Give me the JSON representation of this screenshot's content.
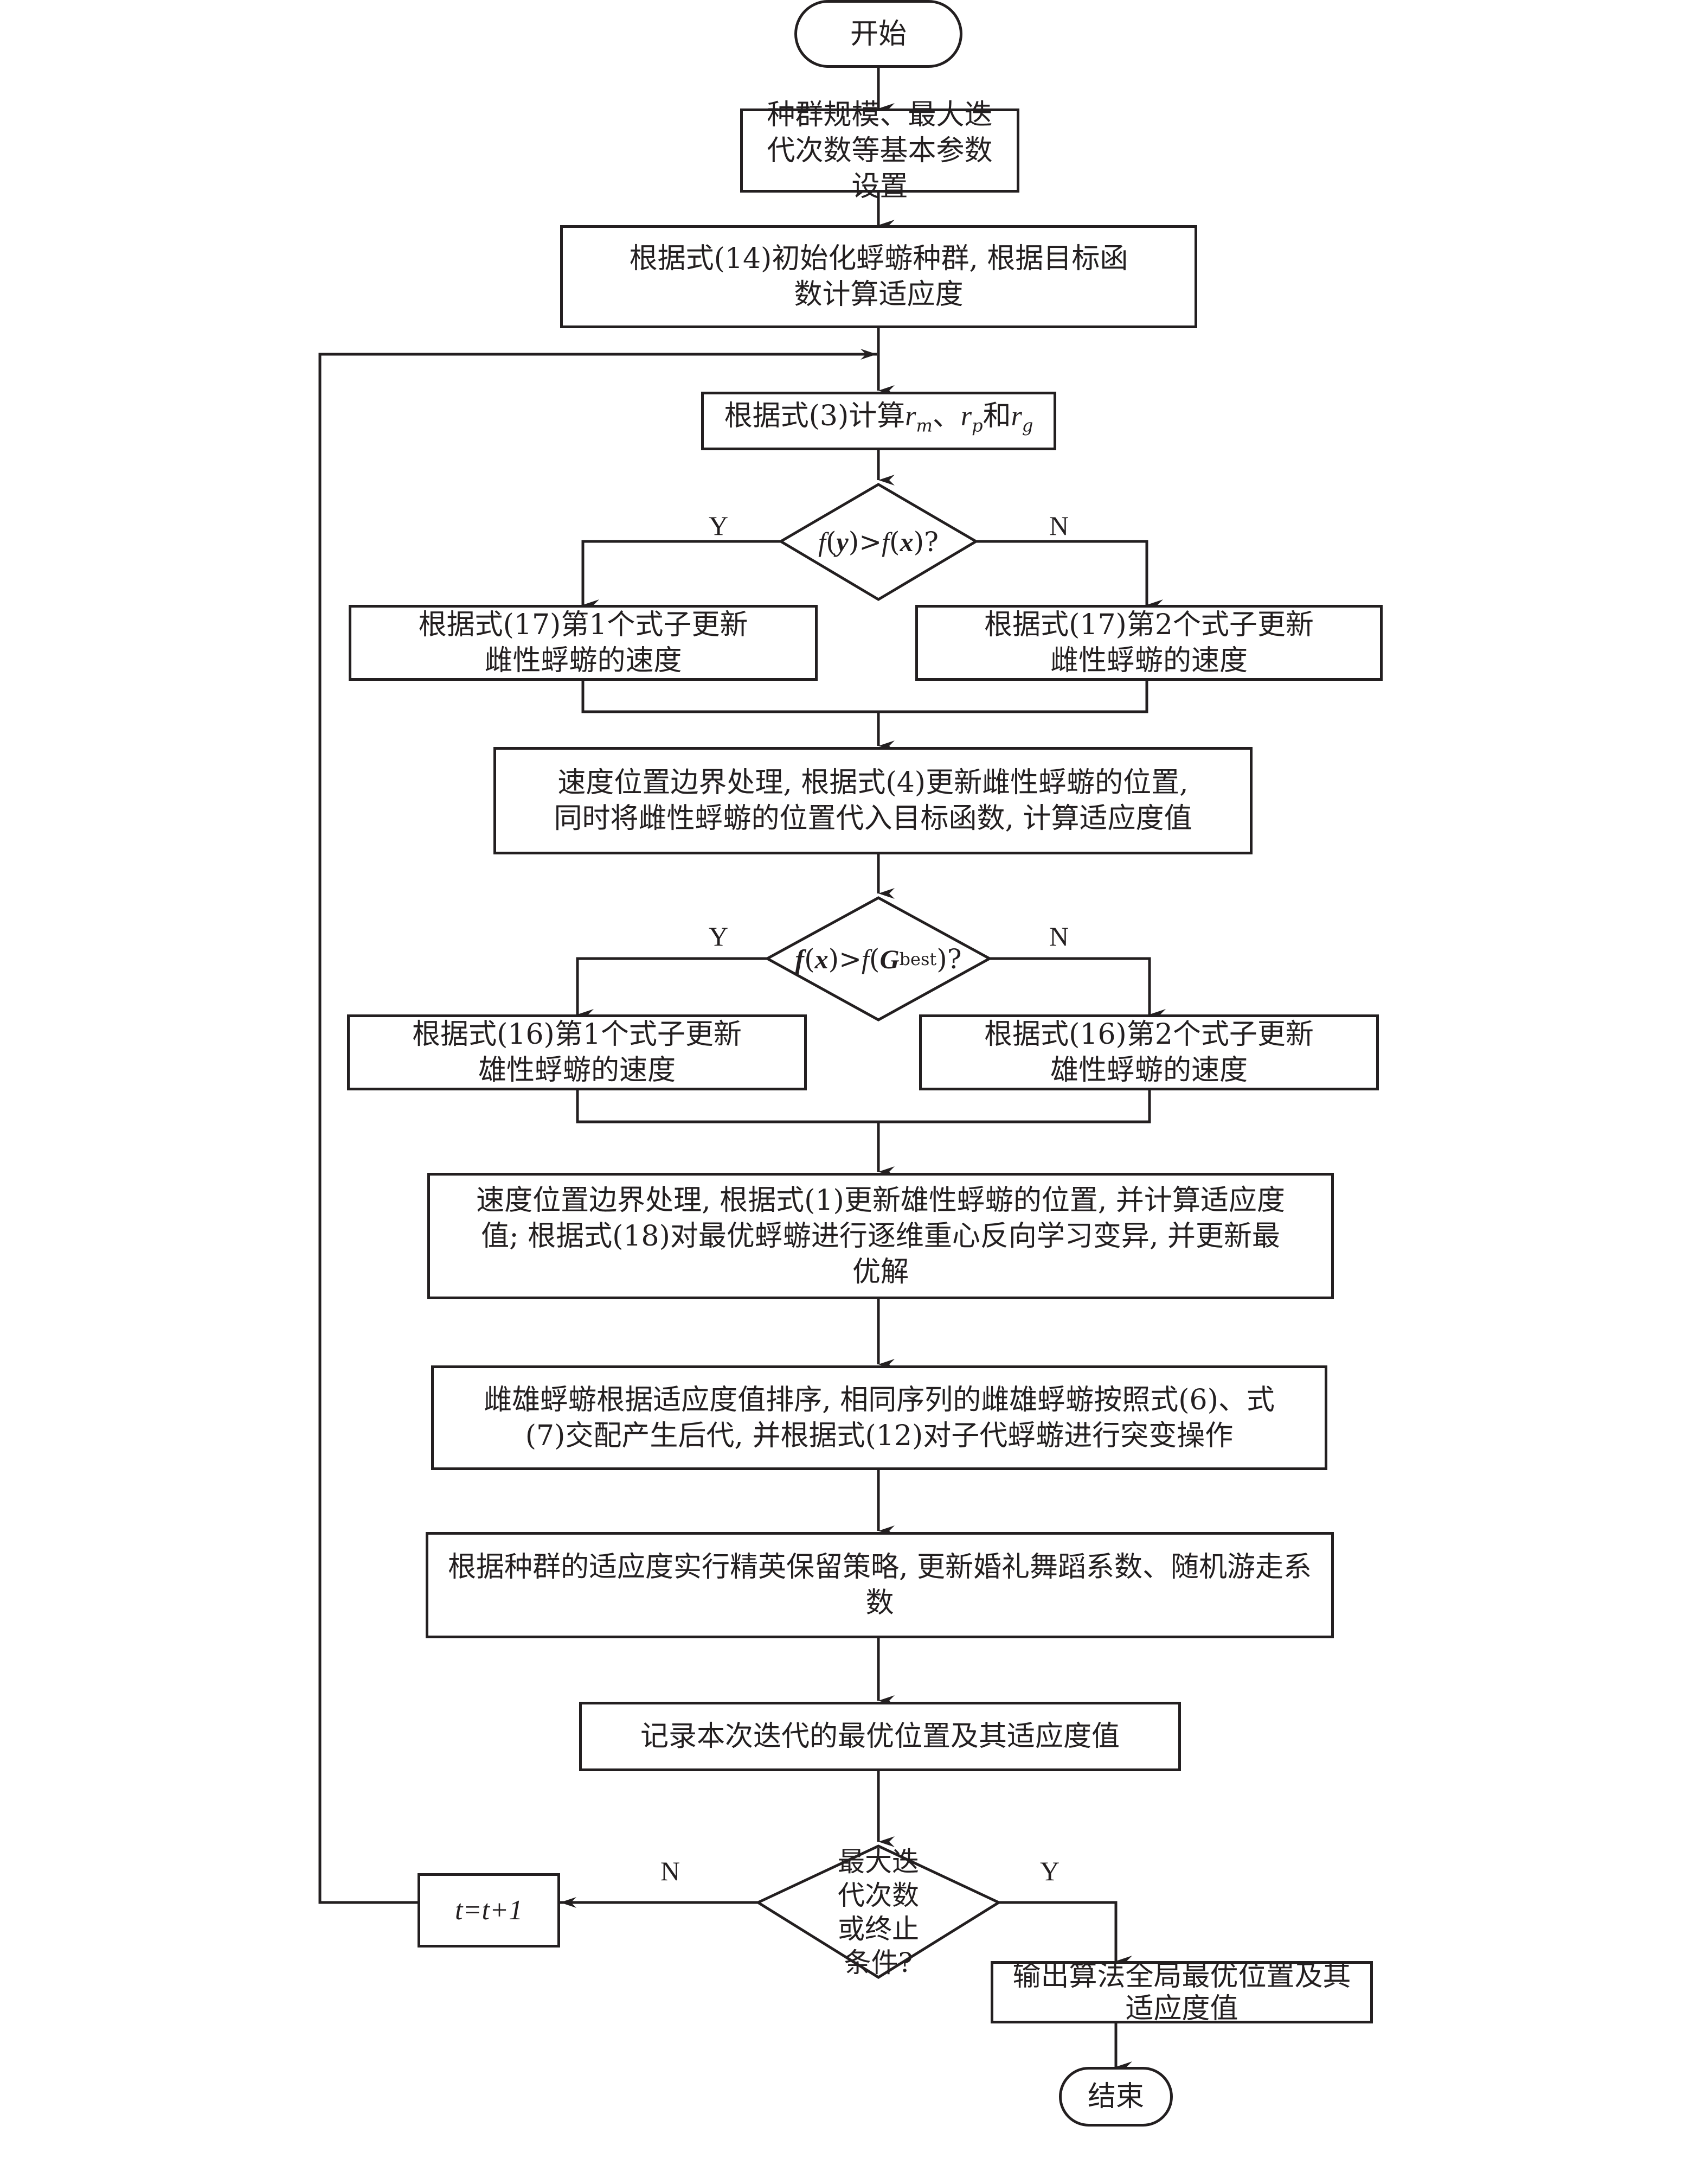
{
  "title": "Flowchart of the improved mayfly optimization algorithm",
  "nodes": {
    "start": "开始",
    "params": "种群规模、最大迭代次数等基本参数设置",
    "init": "根据式(14)初始化蜉蝣种群, 根据目标函数计算适应度",
    "calc_r_prefix": "根据式(3)计算",
    "calc_r_sep1": "、",
    "calc_r_sep2": "和",
    "r_sym": "r",
    "r_m_sub": "m",
    "r_p_sub": "p",
    "r_g_sub": "g",
    "decision1": {
      "f": "f",
      "y": "y",
      "gt": ">",
      "x": "x",
      "q": "?"
    },
    "female_v1": "根据式(17)第1个式子更新雌性蜉蝣的速度",
    "female_v2": "根据式(17)第2个式子更新雌性蜉蝣的速度",
    "female_pos": "速度位置边界处理, 根据式(4)更新雌性蜉蝣的位置, 同时将雌性蜉蝣的位置代入目标函数, 计算适应度值",
    "decision2": {
      "f": "f",
      "x": "x",
      "gt": ">",
      "G": "G",
      "best": "best",
      "q": "?"
    },
    "male_v1": "根据式(16)第1个式子更新雄性蜉蝣的速度",
    "male_v2": "根据式(16)第2个式子更新雄性蜉蝣的速度",
    "male_pos": "速度位置边界处理, 根据式(1)更新雄性蜉蝣的位置, 并计算适应度值; 根据式(18)对最优蜉蝣进行逐维重心反向学习变异, 并更新最优解",
    "mating": "雌雄蜉蝣根据适应度值排序, 相同序列的雌雄蜉蝣按照式(6)、式(7)交配产生后代, 并根据式(12)对子代蜉蝣进行突变操作",
    "elite": "根据种群的适应度实行精英保留策略, 更新婚礼舞蹈系数、随机游走系数",
    "record": "记录本次迭代的最优位置及其适应度值",
    "decision3": "最大迭代次数或终止条件?",
    "increment": "t=t+1",
    "output": "输出算法全局最优位置及其适应度值",
    "end": "结束"
  },
  "labels": {
    "yes": "Y",
    "no": "N"
  }
}
